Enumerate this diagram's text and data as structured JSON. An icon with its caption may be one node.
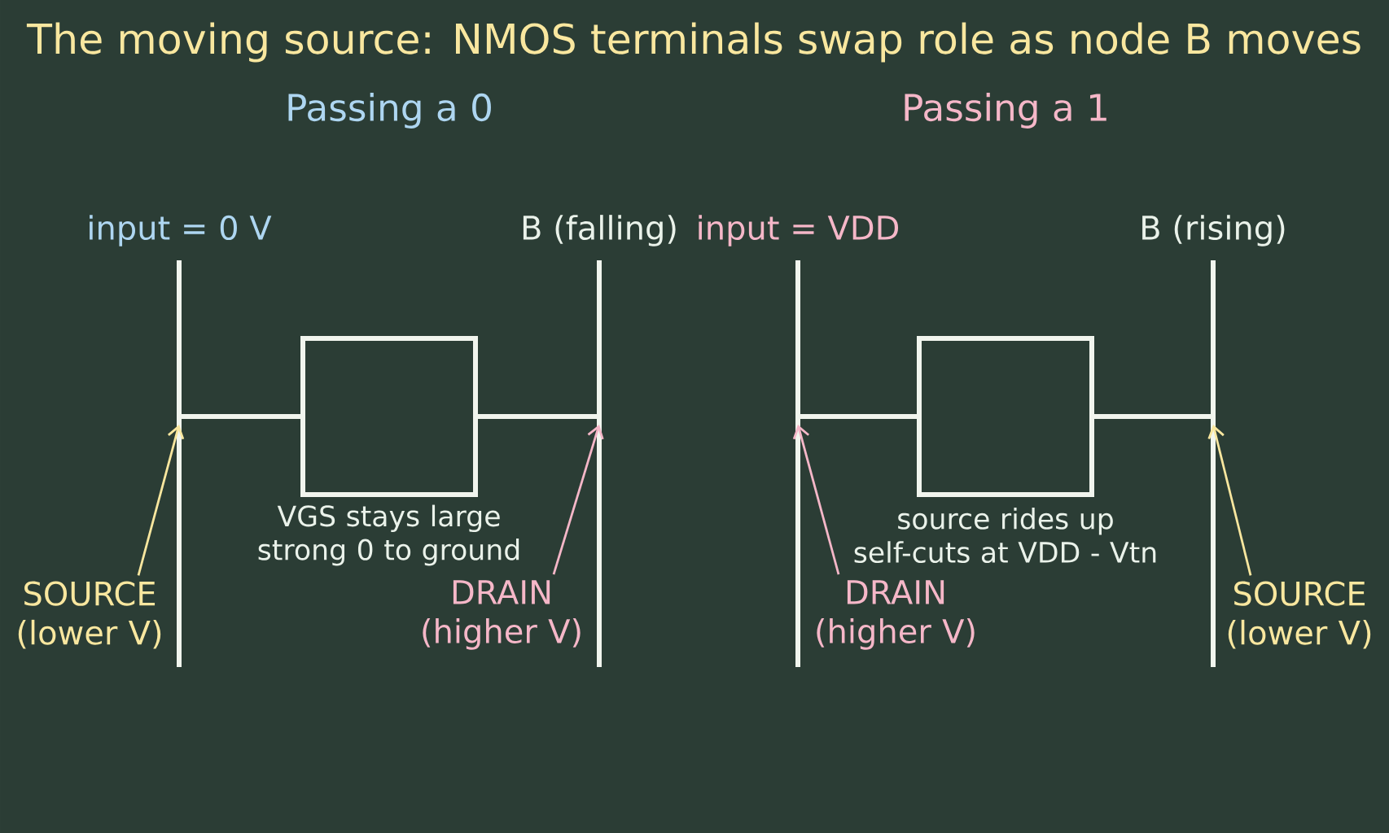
{
  "diagram": {
    "title": "The moving source: NMOS terminals swap role as node B moves",
    "nodes": [
      {
        "text": [
          "input = 0 V"
        ]
      },
      {
        "text": [
          "B (falling)"
        ]
      },
      {
        "text": [],
        "shape": "box",
        "beside": [
          "VGS stays large strong 0 to ground"
        ]
      },
      {
        "text": [
          "SOURCE (lower V)"
        ]
      },
      {
        "text": [
          "DRAIN (higher V)"
        ]
      },
      {
        "text": [
          "input = VDD"
        ]
      },
      {
        "text": [
          "B (rising)"
        ]
      },
      {
        "text": [],
        "shape": "box",
        "beside": [
          "source rides up self-cuts at VDD - Vtn"
        ]
      },
      {
        "text": [
          "DRAIN (higher V)"
        ]
      },
      {
        "text": [
          "SOURCE (lower V)"
        ]
      }
    ],
    "edges": [
      {
        "from": 0,
        "to": 2,
        "arrow": "none",
        "style": "thick"
      },
      {
        "from": 2,
        "to": 1,
        "arrow": "none",
        "style": "thick"
      },
      {
        "from": 3,
        "to": 0,
        "arrow": "to",
        "color": "#f9e79f"
      },
      {
        "from": 4,
        "to": 1,
        "arrow": "to",
        "color": "#f5b7c8"
      },
      {
        "from": 5,
        "to": 7,
        "arrow": "none",
        "style": "thick"
      },
      {
        "from": 7,
        "to": 6,
        "arrow": "none",
        "style": "thick"
      },
      {
        "from": 8,
        "to": 5,
        "arrow": "to",
        "color": "#f5b7c8"
      },
      {
        "from": 9,
        "to": 6,
        "arrow": "to",
        "color": "#f9e79f"
      }
    ],
    "labels": [
      "Passing a 0",
      "Passing a 1"
    ]
  }
}
